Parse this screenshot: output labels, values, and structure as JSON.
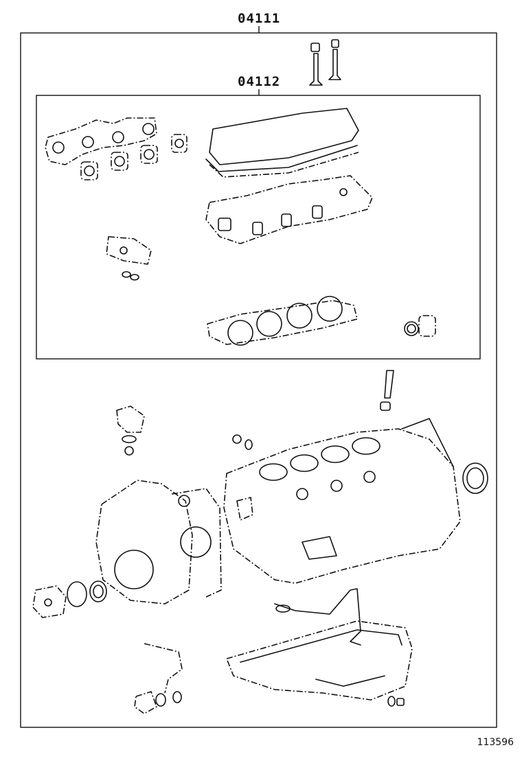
{
  "diagram": {
    "callouts": {
      "outer_kit": "04111",
      "inner_kit": "04112"
    },
    "figure_number": "113596"
  }
}
